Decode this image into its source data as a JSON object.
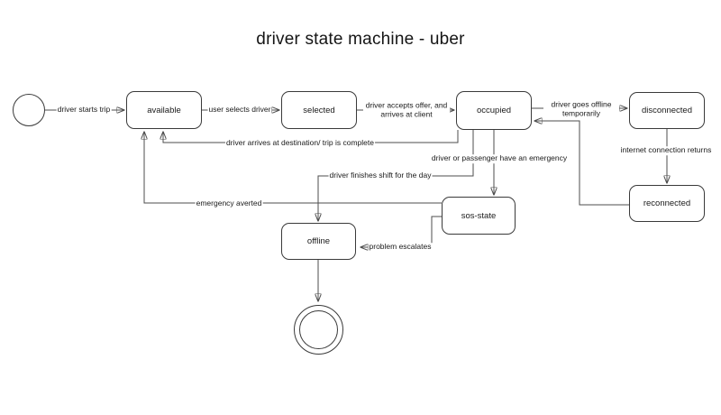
{
  "title": "driver state machine - uber",
  "diagram": {
    "type": "state-machine",
    "stroke_color": "#4d4d4d",
    "node_fill": "#ffffff",
    "node_border": "#3a3a3a",
    "initial_state": "start",
    "final_state": "end",
    "states": [
      {
        "id": "available",
        "label": "available"
      },
      {
        "id": "selected",
        "label": "selected"
      },
      {
        "id": "occupied",
        "label": "occupied"
      },
      {
        "id": "disconnected",
        "label": "disconnected"
      },
      {
        "id": "reconnected",
        "label": "reconnected"
      },
      {
        "id": "sos-state",
        "label": "sos-state"
      },
      {
        "id": "offline",
        "label": "offline"
      }
    ],
    "transitions": [
      {
        "from": "start",
        "to": "available",
        "label": "driver starts trip"
      },
      {
        "from": "available",
        "to": "selected",
        "label": "user selects driver"
      },
      {
        "from": "selected",
        "to": "occupied",
        "label": "driver accepts offer, and arrives at client"
      },
      {
        "from": "occupied",
        "to": "disconnected",
        "label": "driver goes offline temporarily"
      },
      {
        "from": "disconnected",
        "to": "reconnected",
        "label": "internet connection returns"
      },
      {
        "from": "reconnected",
        "to": "occupied",
        "label": ""
      },
      {
        "from": "occupied",
        "to": "available",
        "label": "driver arrives at destination/ trip is complete"
      },
      {
        "from": "occupied",
        "to": "sos-state",
        "label": "driver or passenger have an emergency"
      },
      {
        "from": "occupied",
        "to": "offline",
        "label": "driver finishes shift for the day"
      },
      {
        "from": "sos-state",
        "to": "available",
        "label": "emergency averted"
      },
      {
        "from": "sos-state",
        "to": "offline",
        "label": "problem escalates"
      },
      {
        "from": "offline",
        "to": "end",
        "label": ""
      }
    ]
  }
}
